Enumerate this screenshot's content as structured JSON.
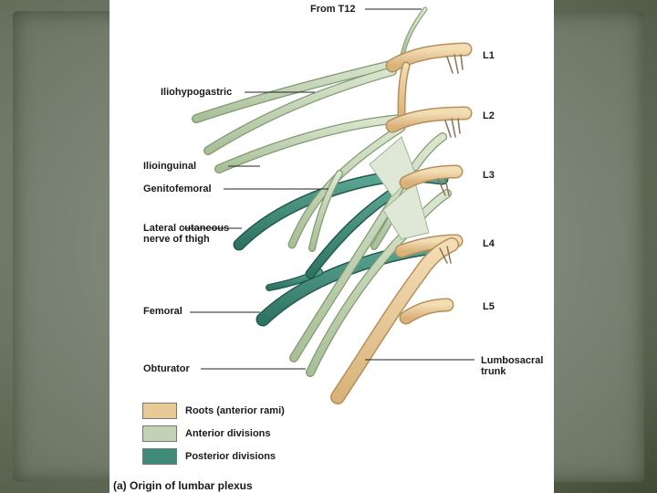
{
  "labels": {
    "from_t12": "From T12",
    "l1": "L1",
    "l2": "L2",
    "l3": "L3",
    "l4": "L4",
    "l5": "L5",
    "iliohypogastric": "Iliohypogastric",
    "ilioinguinal": "Ilioinguinal",
    "genitofemoral": "Genitofemoral",
    "lateral_cutaneous": "Lateral cutaneous nerve of thigh",
    "femoral": "Femoral",
    "obturator": "Obturator",
    "lumbosacral_trunk": "Lumbosacral trunk"
  },
  "legend": [
    {
      "label": "Roots (anterior rami)",
      "color": "#e8c998"
    },
    {
      "label": "Anterior divisions",
      "color": "#c2d3b4"
    },
    {
      "label": "Posterior divisions",
      "color": "#3f8a78"
    }
  ],
  "caption": "(a) Origin of lumbar plexus",
  "colors": {
    "root": "#e8c998",
    "root_edge": "#b58f5c",
    "anterior": "#c2d3b4",
    "anterior_edge": "#7f9a72",
    "posterior": "#3f8a78",
    "posterior_edge": "#245a4c",
    "leader": "#222222"
  }
}
